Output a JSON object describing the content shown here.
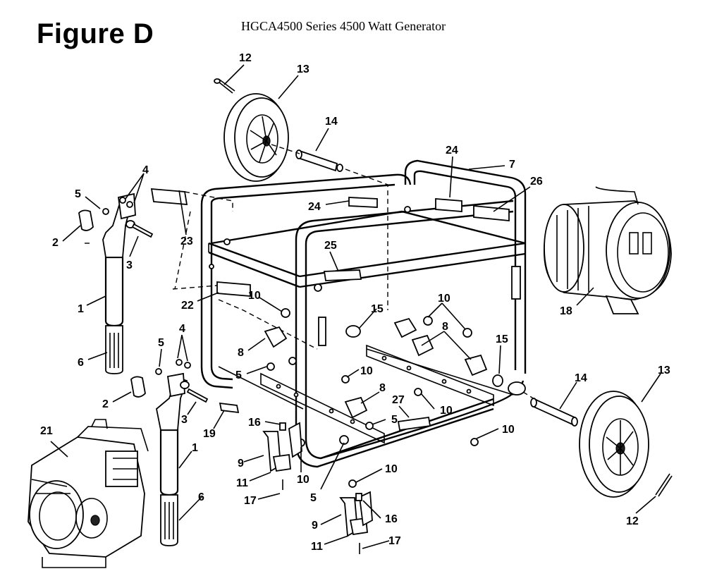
{
  "figure_label": "Figure D",
  "subtitle": "HGCA4500 Series 4500 Watt Generator",
  "callouts": {
    "c12_top": "12",
    "c13_top": "13",
    "c14_top": "14",
    "c24_top": "24",
    "c7": "7",
    "c26": "26",
    "c4_top": "4",
    "c5_top": "5",
    "c2_top": "2",
    "c23": "23",
    "c3_top": "3",
    "c24_mid": "24",
    "c25": "25",
    "c1_top": "1",
    "c22": "22",
    "c10_a": "10",
    "c15_a": "15",
    "c10_b": "10",
    "c18": "18",
    "c6_top": "6",
    "c5_mid": "5",
    "c4_mid": "4",
    "c8_a": "8",
    "c8_b": "8",
    "c15_b": "15",
    "c5_c": "5",
    "c10_c": "10",
    "c2_mid": "2",
    "c3_mid": "3",
    "c8_c": "8",
    "c19": "19",
    "c27": "27",
    "c10_d": "10",
    "c5_d": "5",
    "c16_a": "16",
    "c21": "21",
    "c1_mid": "1",
    "c9_a": "9",
    "c10_e": "10",
    "c11_a": "11",
    "c6_mid": "6",
    "c17_a": "17",
    "c5_e": "5",
    "c10_f": "10",
    "c14_bot": "14",
    "c13_bot": "13",
    "c10_g": "10",
    "c16_b": "16",
    "c9_b": "9",
    "c11_b": "11",
    "c17_b": "17",
    "c12_bot": "12"
  }
}
